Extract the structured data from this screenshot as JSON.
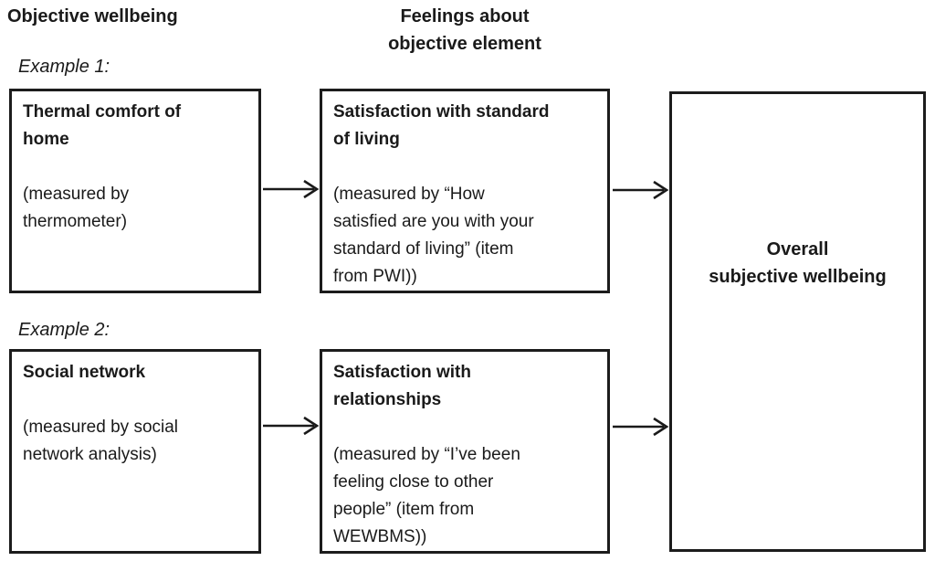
{
  "headers": {
    "col1": "Objective wellbeing",
    "col2": "Feelings about\nobjective element"
  },
  "examples": [
    {
      "label": "Example 1:",
      "objective": {
        "title": "Thermal comfort of\nhome",
        "body": "(measured by\nthermometer)"
      },
      "feeling": {
        "title": "Satisfaction with standard\nof living",
        "body": "(measured by “How\nsatisfied are you with your\nstandard of living” (item\nfrom PWI))"
      }
    },
    {
      "label": "Example 2:",
      "objective": {
        "title": "Social network",
        "body": "(measured by social\nnetwork analysis)"
      },
      "feeling": {
        "title": "Satisfaction with\nrelationships",
        "body": "(measured by “I’ve been\nfeeling close to other\npeople” (item from\nWEWBMS))"
      }
    }
  ],
  "outcome": {
    "title": "Overall\nsubjective wellbeing"
  },
  "icons": {
    "arrow_right": "→"
  },
  "colors": {
    "background": "#ffffff",
    "text": "#1a1a1a",
    "box_border": "#1c1c1c",
    "arrow_stroke": "#1a1a1a"
  }
}
